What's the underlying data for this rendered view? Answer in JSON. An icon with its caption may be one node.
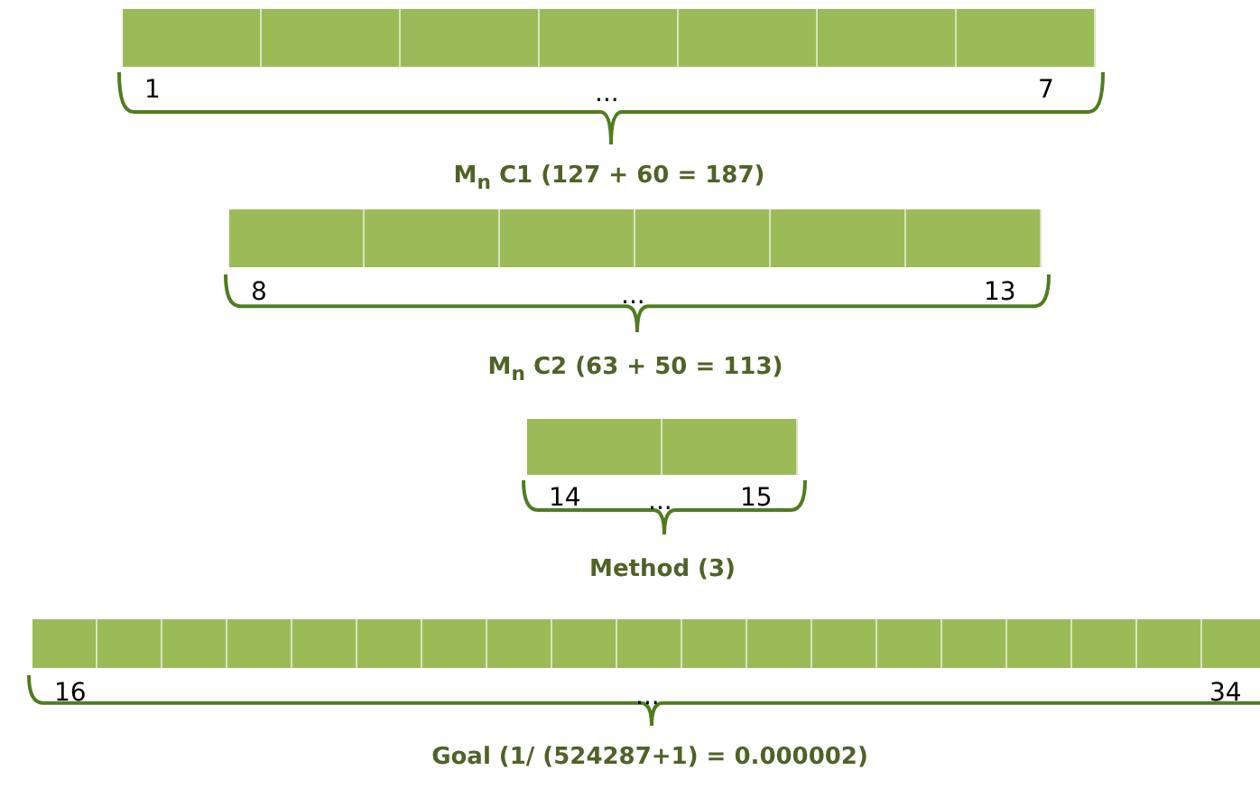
{
  "diagram": {
    "nodes": [
      {
        "text": [],
        "shape": "box"
      },
      {
        "text": [],
        "shape": "box"
      },
      {
        "text": [],
        "shape": "box"
      },
      {
        "text": [],
        "shape": "box"
      },
      {
        "text": [],
        "shape": "box"
      },
      {
        "text": [],
        "shape": "box"
      },
      {
        "text": [],
        "shape": "box"
      },
      {
        "text": [],
        "shape": "box"
      },
      {
        "text": [],
        "shape": "box"
      },
      {
        "text": [],
        "shape": "box"
      },
      {
        "text": [],
        "shape": "box"
      },
      {
        "text": [],
        "shape": "box"
      },
      {
        "text": [],
        "shape": "box"
      },
      {
        "text": [],
        "shape": "box"
      },
      {
        "text": [],
        "shape": "box"
      },
      {
        "text": [],
        "shape": "box"
      },
      {
        "text": [],
        "shape": "box"
      },
      {
        "text": [],
        "shape": "box"
      },
      {
        "text": [],
        "shape": "box"
      },
      {
        "text": [],
        "shape": "box"
      },
      {
        "text": [],
        "shape": "box"
      },
      {
        "text": [],
        "shape": "box"
      },
      {
        "text": [],
        "shape": "box"
      },
      {
        "text": [],
        "shape": "box"
      },
      {
        "text": [],
        "shape": "box"
      },
      {
        "text": [],
        "shape": "box"
      },
      {
        "text": [],
        "shape": "box"
      },
      {
        "text": [],
        "shape": "box"
      },
      {
        "text": [],
        "shape": "box"
      },
      {
        "text": [],
        "shape": "box"
      },
      {
        "text": [],
        "shape": "box"
      },
      {
        "text": [],
        "shape": "box"
      },
      {
        "text": [],
        "shape": "box"
      },
      {
        "text": [],
        "shape": "box"
      }
    ],
    "labels": [
      "1",
      "...",
      "7",
      "M$_{n}$ C1 (127 + 60 = 187)",
      "8",
      "...",
      "13",
      "M$_{n}$ C2 (63 + 50 = 113)",
      "14",
      "...",
      "15",
      "Method (3)",
      "16",
      "...",
      "34",
      "Goal  (1/ (524287+1) = 0.000002)"
    ]
  }
}
